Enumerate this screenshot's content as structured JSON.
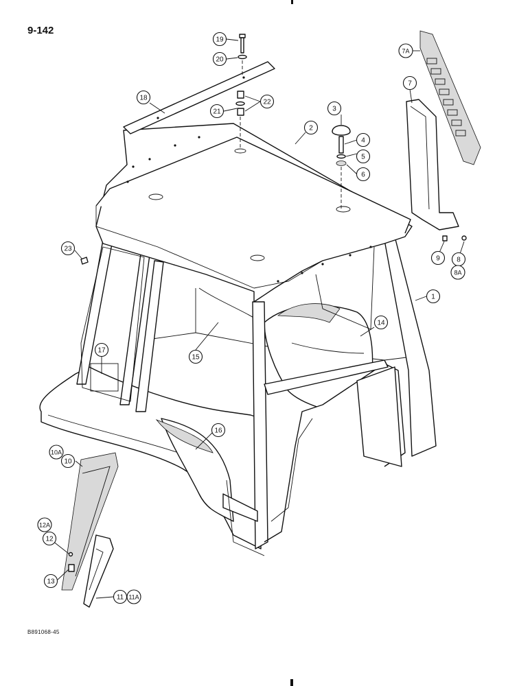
{
  "page": {
    "number": "9-142",
    "figure_code": "B891068-45"
  },
  "callouts": [
    {
      "id": "c19",
      "label": "19"
    },
    {
      "id": "c20",
      "label": "20"
    },
    {
      "id": "c18",
      "label": "18"
    },
    {
      "id": "c21",
      "label": "21"
    },
    {
      "id": "c22",
      "label": "22"
    },
    {
      "id": "c3",
      "label": "3"
    },
    {
      "id": "c2",
      "label": "2"
    },
    {
      "id": "c4",
      "label": "4"
    },
    {
      "id": "c5",
      "label": "5"
    },
    {
      "id": "c6",
      "label": "6"
    },
    {
      "id": "c7A",
      "label": "7A"
    },
    {
      "id": "c7",
      "label": "7"
    },
    {
      "id": "c9",
      "label": "9"
    },
    {
      "id": "c8",
      "label": "8"
    },
    {
      "id": "c8A",
      "label": "8A"
    },
    {
      "id": "c23",
      "label": "23"
    },
    {
      "id": "c1",
      "label": "1"
    },
    {
      "id": "c14",
      "label": "14"
    },
    {
      "id": "c15",
      "label": "15"
    },
    {
      "id": "c17",
      "label": "17"
    },
    {
      "id": "c16",
      "label": "16"
    },
    {
      "id": "c10A",
      "label": "10A"
    },
    {
      "id": "c10",
      "label": "10"
    },
    {
      "id": "c12A",
      "label": "12A"
    },
    {
      "id": "c12",
      "label": "12"
    },
    {
      "id": "c13",
      "label": "13"
    },
    {
      "id": "c11",
      "label": "11"
    },
    {
      "id": "c11A",
      "label": "11A"
    }
  ]
}
